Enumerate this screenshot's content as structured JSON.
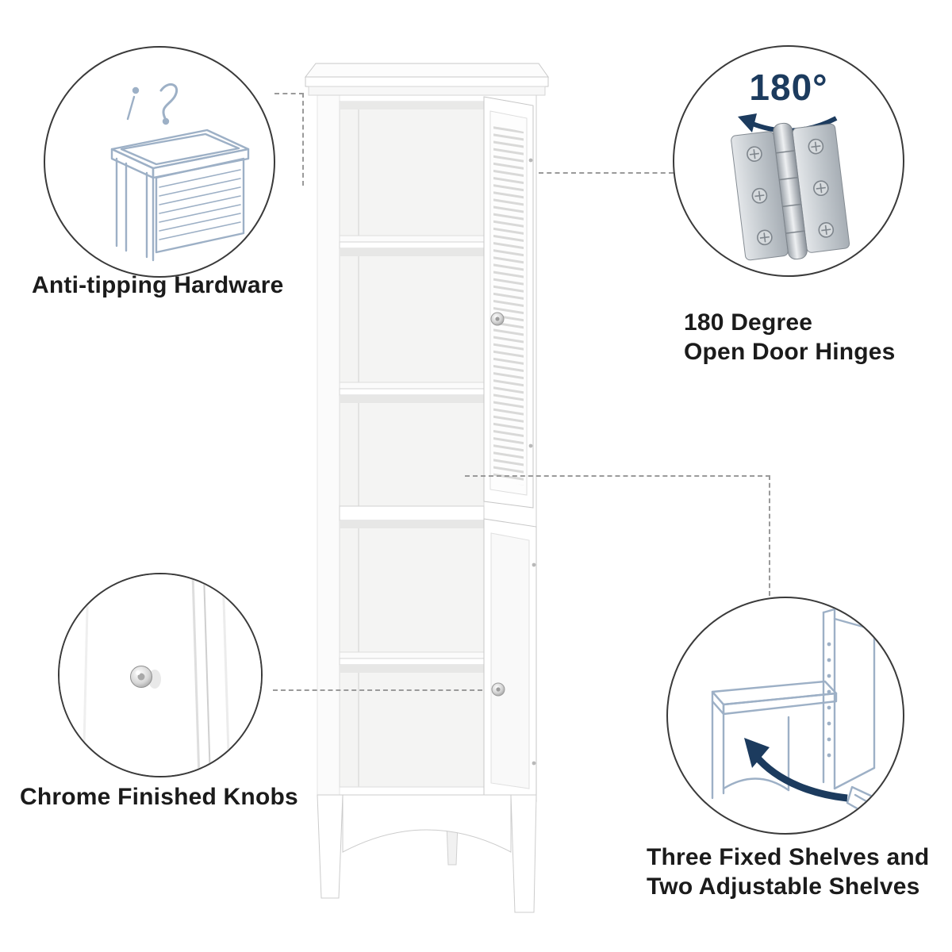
{
  "colors": {
    "accent_navy": "#1c3b5e",
    "sketch_blue": "#9db0c6",
    "connector_gray": "#9a9a9a",
    "text_dark": "#1b1b1b",
    "circle_border": "#3a3a3a"
  },
  "callouts": {
    "anti_tipping": {
      "label": "Anti-tipping Hardware"
    },
    "hinges": {
      "badge": "180°",
      "label_line1": "180 Degree",
      "label_line2": "Open Door Hinges"
    },
    "knobs": {
      "label": "Chrome Finished Knobs"
    },
    "shelves": {
      "label_line1": "Three Fixed Shelves and",
      "label_line2": "Two Adjustable Shelves"
    }
  }
}
